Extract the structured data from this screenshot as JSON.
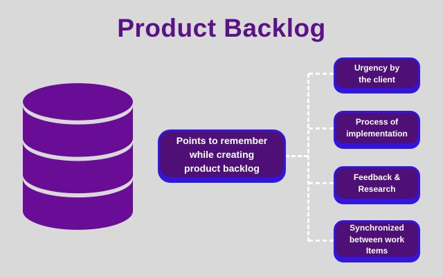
{
  "title": "Product Backlog",
  "colors": {
    "background": "#d9d9d9",
    "title": "#5a1286",
    "database_icon": "#6a0d96",
    "box_fill": "#4e1077",
    "box_border": "#3116dd",
    "box_text": "#ffffff",
    "connector": "#ffffff"
  },
  "database_icon": {
    "name": "database-icon"
  },
  "center_box": {
    "label": "Points to remember\nwhile creating\nproduct backlog"
  },
  "branch_boxes": [
    {
      "label": "Urgency by\nthe client"
    },
    {
      "label": "Process of\nimplementation"
    },
    {
      "label": "Feedback &\nResearch"
    },
    {
      "label": "Synchronized\nbetween work\nItems"
    }
  ]
}
